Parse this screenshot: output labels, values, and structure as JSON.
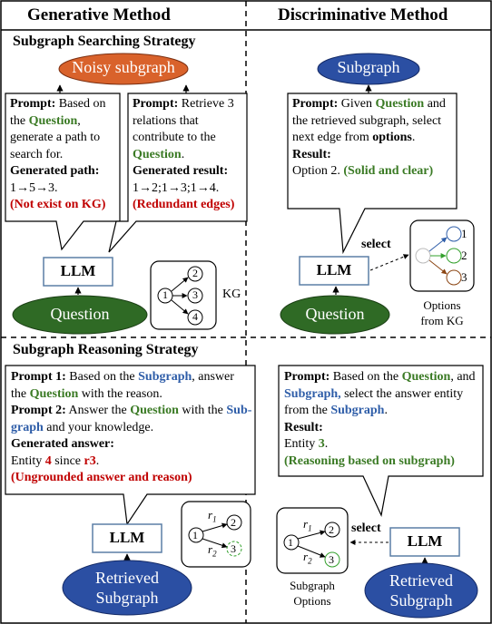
{
  "headers": {
    "left": "Generative Method",
    "right": "Discriminative Method"
  },
  "sections": {
    "searching": "Subgraph Searching Strategy",
    "reasoning": "Subgraph Reasoning Strategy"
  },
  "gen_search": {
    "oval": "Noisy subgraph",
    "bubble1": {
      "prompt_label": "Prompt:",
      "prompt_pre": " Based on the ",
      "question": "Question",
      "prompt_post": ", generate a path to search for.",
      "result_label": "Generated path:",
      "path": "1→5→3.",
      "error": "(Not exist on KG)"
    },
    "bubble2": {
      "prompt_label": "Prompt:",
      "prompt_pre": " Retrieve 3 relations that contribute to the ",
      "question": "Question",
      "prompt_post": ".",
      "result_label": "Generated result:",
      "result": "1→2;1→3;1→4.",
      "error": "(Redundant edges)"
    },
    "llm": "LLM",
    "input": "Question",
    "kg_label": "KG",
    "kg_nodes": [
      "1",
      "2",
      "3",
      "4"
    ]
  },
  "disc_search": {
    "oval": "Subgraph",
    "bubble": {
      "prompt_label": "Prompt:",
      "prompt_pre": " Given ",
      "question": "Question",
      "prompt_post": " and the retrieved subgraph, select next edge from ",
      "options": "options",
      "options_post": ".",
      "result_label": "Result:",
      "result": "Option 2. ",
      "good": "(Solid and clear)"
    },
    "select": "select",
    "llm": "LLM",
    "input": "Question",
    "options_caption": "Options\nfrom KG",
    "option_nodes": [
      "1",
      "2",
      "3"
    ]
  },
  "gen_reason": {
    "bubble": {
      "p1_label": "Prompt 1:",
      "p1_pre": " Based on the ",
      "p1_sub": "Subgraph",
      "p1_mid": ", answer the ",
      "p1_q": "Question",
      "p1_post": " with the reason.",
      "p2_label": "Prompt 2:",
      "p2_pre": " Answer the ",
      "p2_q": "Question",
      "p2_mid": " with the ",
      "p2_sub": "Sub-graph",
      "p2_post": " and your knowledge.",
      "result_label": "Generated answer:",
      "ans_pre": "Entity ",
      "ans_num": "4",
      "ans_mid": " since ",
      "ans_rel": "r3",
      "ans_post": ".",
      "error": "(Ungrounded answer and reason)"
    },
    "llm": "LLM",
    "input_line1": "Retrieved",
    "input_line2": "Subgraph",
    "nodes": [
      "1",
      "2",
      "3"
    ],
    "r1": "r",
    "r1_sub": "1",
    "r2": "r",
    "r2_sub": "2"
  },
  "disc_reason": {
    "bubble": {
      "prompt_label": "Prompt:",
      "prompt_pre": " Based on the ",
      "question": "Question",
      "prompt_mid": ", and ",
      "subgraph": "Subgraph,",
      "prompt_mid2": " select the answer entity from the ",
      "subgraph2": "Subgraph",
      "prompt_post": ".",
      "result_label": "Result:",
      "ans_pre": "Entity ",
      "ans_num": "3",
      "ans_post": ".",
      "good": "(Reasoning based on subgraph)"
    },
    "select": "select",
    "llm": "LLM",
    "input_line1": "Retrieved",
    "input_line2": "Subgraph",
    "caption": "Subgraph\nOptions",
    "nodes": [
      "1",
      "2",
      "3"
    ],
    "r1": "r",
    "r1_sub": "1",
    "r2": "r",
    "r2_sub": "2"
  },
  "colors": {
    "orange": "#d9622b",
    "blue": "#2b4fa3",
    "green": "#2f6a25",
    "answer_green": "#3a7a24",
    "error_red": "#c00000",
    "option_blue": "#2e5da8",
    "option_green": "#33a02c",
    "option_brown": "#8b4513"
  }
}
